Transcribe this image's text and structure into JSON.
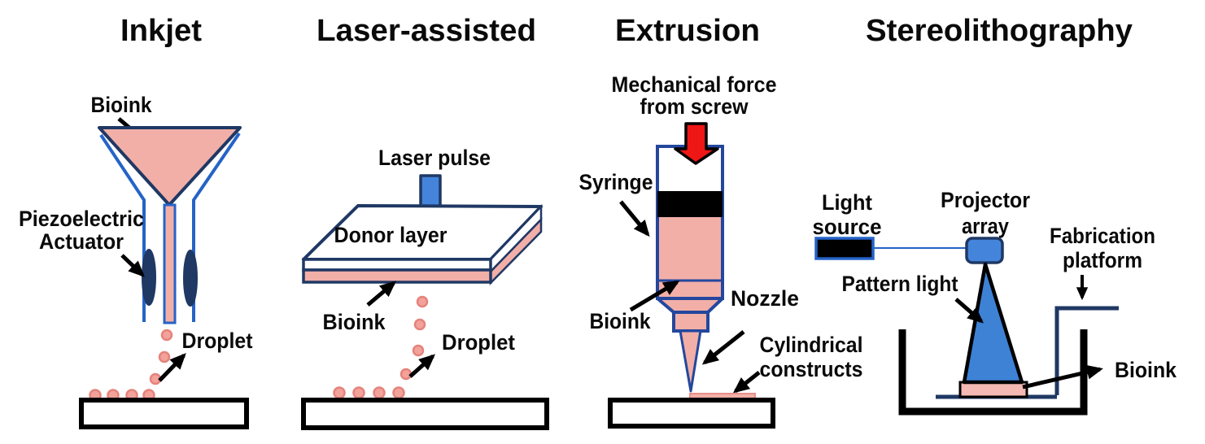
{
  "colors": {
    "ink": "#0A0A0A",
    "black": "#000000",
    "white": "#FFFFFF",
    "pink": "#F2AFA8",
    "pink-light": "#F4B9B2",
    "droplet": "#F2A29B",
    "droplet-stroke": "#E5837B",
    "construct-stroke": "#E8908A",
    "navy": "#1F3864",
    "royal": "#2563C8",
    "syringe-blue": "#24479D",
    "blue": "#4485DB",
    "cone-blue": "#3E82D6",
    "red": "#EF1616"
  },
  "panels": {
    "inkjet": {
      "title": "Inkjet",
      "bioink_label": "Bioink",
      "piezo_line1": "Piezoelectric",
      "piezo_line2": "Actuator",
      "droplet_label": "Droplet"
    },
    "laser": {
      "title": "Laser-assisted",
      "laser_pulse_label": "Laser pulse",
      "donor_layer_label": "Donor layer",
      "bioink_label": "Bioink",
      "droplet_label": "Droplet"
    },
    "extrusion": {
      "title": "Extrusion",
      "force_line1": "Mechanical force",
      "force_line2": "from screw",
      "syringe_label": "Syringe",
      "bioink_label": "Bioink",
      "nozzle_label": "Nozzle",
      "constructs_line1": "Cylindrical",
      "constructs_line2": "constructs"
    },
    "stereolithography": {
      "title": "Stereolithography",
      "light_line1": "Light",
      "light_line2": "source",
      "projector_line1": "Projector",
      "projector_line2": "array",
      "fabrication_line1": "Fabrication",
      "fabrication_line2": "platform",
      "pattern_light_label": "Pattern light",
      "bioink_label": "Bioink"
    }
  }
}
